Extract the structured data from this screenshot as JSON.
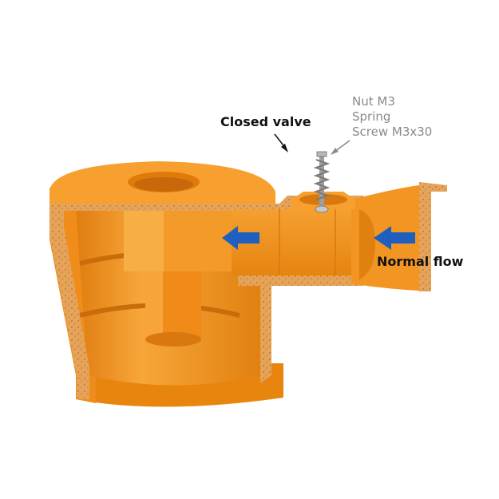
{
  "labels": {
    "closed_valve": "Closed valve",
    "normal_flow": "Normal flow",
    "parts": [
      "Nut M3",
      "Spring",
      "Screw M3x30"
    ]
  },
  "colors": {
    "body_main": "#f2921f",
    "body_light": "#f7a63a",
    "body_dark": "#d9780f",
    "cut_face": "#e6a45a",
    "cut_speckle": "#b86e1e",
    "arrow_blue": "#1f5fbf",
    "pointer_dark": "#111111",
    "pointer_grey": "#8a8a8a",
    "hardware": "#b8b8b8"
  },
  "icons": [
    "flow-arrow-icon",
    "pointer-arrow-icon"
  ]
}
